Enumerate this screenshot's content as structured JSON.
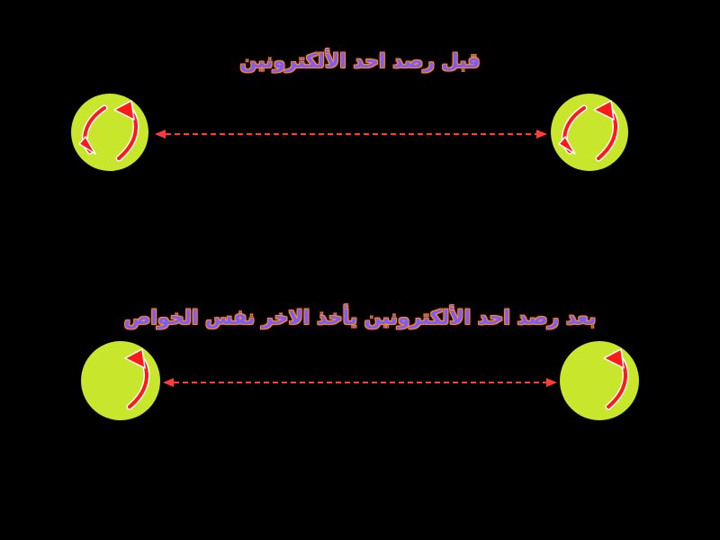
{
  "captions": {
    "before": "قبل رصد احد الألكترونين",
    "after": "بعد رصد احد الألكترونين يأخذ الاخر نفس الخواص"
  },
  "colors": {
    "background": "#000000",
    "electron": "#c8e62c",
    "spin_arrow": "#ff1a1a",
    "spin_outline": "#ffffff",
    "link_line": "#ff3b3b",
    "caption_fill": "#7b5cff",
    "caption_outline": "#ff8a1a"
  },
  "icons": [
    "electron-circle",
    "spin-up-arrow-icon",
    "spin-down-arrow-icon",
    "double-headed-dashed-arrow"
  ]
}
